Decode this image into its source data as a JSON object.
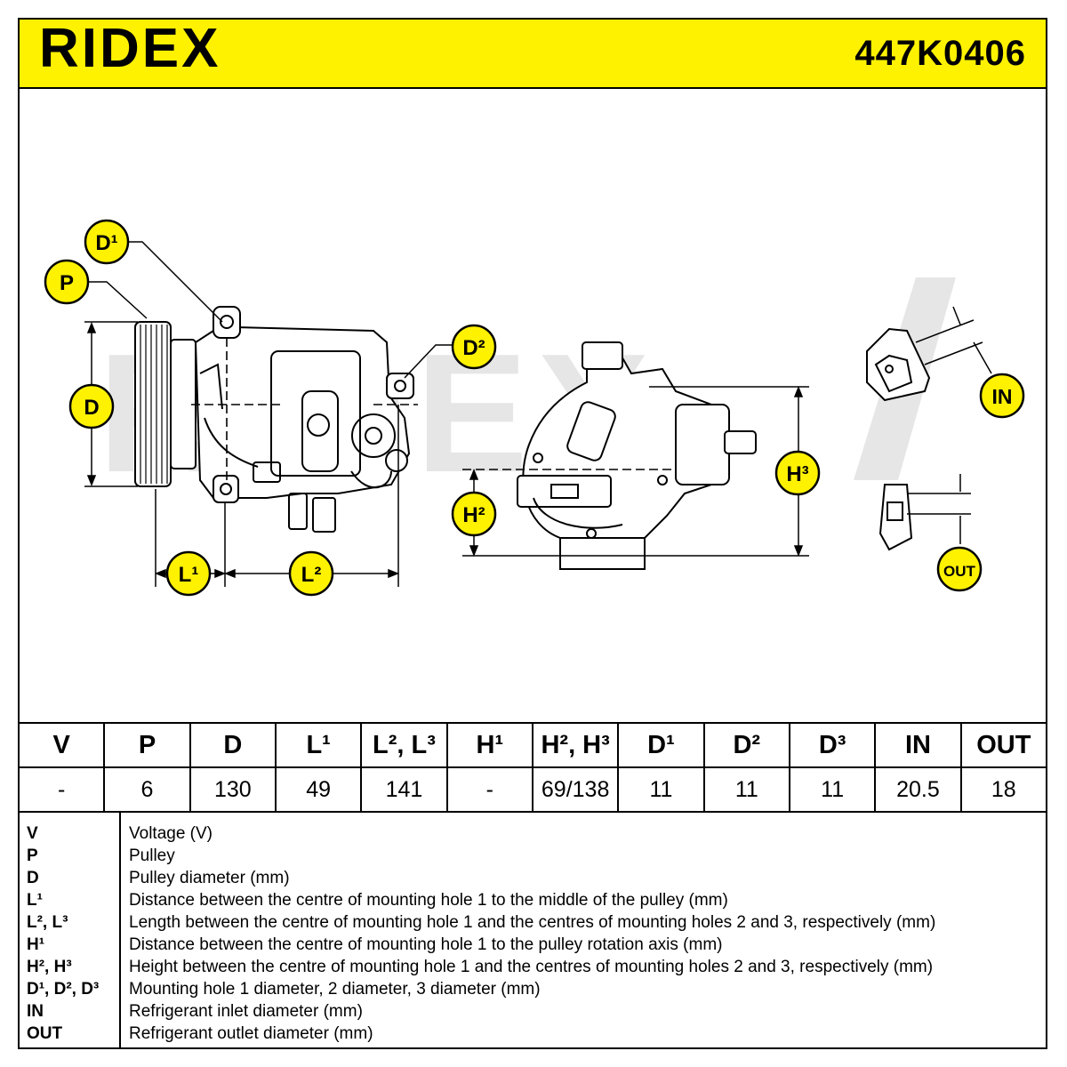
{
  "header": {
    "brand": "RIDEX",
    "part_number": "447K0406"
  },
  "diagram": {
    "watermark": "RIDEX",
    "callouts": {
      "D1": "D¹",
      "P": "P",
      "D": "D",
      "D2": "D²",
      "H2": "H²",
      "H3": "H³",
      "IN": "IN",
      "OUT": "OUT",
      "L1": "L¹",
      "L2": "L²"
    },
    "colors": {
      "accent": "#fff200",
      "callout_fill": "#fff200",
      "line": "#000000",
      "watermark": "#e6e6e6"
    }
  },
  "spec_table": {
    "headers": [
      "V",
      "P",
      "D",
      "L¹",
      "L², L³",
      "H¹",
      "H², H³",
      "D¹",
      "D²",
      "D³",
      "IN",
      "OUT"
    ],
    "values": [
      "-",
      "6",
      "130",
      "49",
      "141",
      "-",
      "69/138",
      "11",
      "11",
      "11",
      "20.5",
      "18"
    ]
  },
  "legend": [
    {
      "key": "V",
      "desc": "Voltage (V)"
    },
    {
      "key": "P",
      "desc": "Pulley"
    },
    {
      "key": "D",
      "desc": "Pulley diameter (mm)"
    },
    {
      "key": "L¹",
      "desc": "Distance between the centre of mounting hole 1 to the middle of the pulley (mm)"
    },
    {
      "key": "L², L³",
      "desc": "Length between the centre of mounting hole 1 and the centres of mounting holes 2 and 3, respectively (mm)"
    },
    {
      "key": "H¹",
      "desc": "Distance between the centre of mounting hole 1 to the pulley rotation axis (mm)"
    },
    {
      "key": "H², H³",
      "desc": "Height between the centre of mounting hole 1 and the centres of mounting holes 2 and 3, respectively (mm)"
    },
    {
      "key": "D¹, D², D³",
      "desc": "Mounting hole 1 diameter, 2 diameter, 3 diameter (mm)"
    },
    {
      "key": "IN",
      "desc": "Refrigerant inlet diameter (mm)"
    },
    {
      "key": "OUT",
      "desc": "Refrigerant outlet diameter (mm)"
    }
  ]
}
